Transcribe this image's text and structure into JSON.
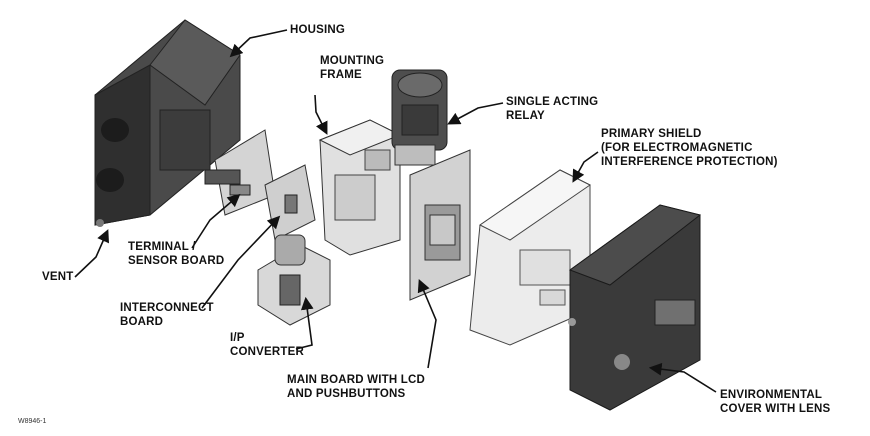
{
  "labels": {
    "housing": "HOUSING",
    "mounting_frame": "MOUNTING\nFRAME",
    "single_acting_relay": "SINGLE ACTING\nRELAY",
    "primary_shield": "PRIMARY SHIELD\n(FOR ELECTROMAGNETIC\nINTERFERENCE PROTECTION)",
    "terminal_sensor_board": "TERMINAL /\nSENSOR BOARD",
    "vent": "VENT",
    "interconnect_board": "INTERCONNECT\nBOARD",
    "ip_converter": "I/P\nCONVERTER",
    "main_board": "MAIN BOARD WITH LCD\nAND PUSHBUTTONS",
    "environmental_cover": "ENVIRONMENTAL\nCOVER WITH LENS"
  },
  "figure_id": "W8946-1",
  "colors": {
    "dark_part": "#3a3a3a",
    "light_part": "#e6e6e6",
    "outline": "#222222"
  }
}
